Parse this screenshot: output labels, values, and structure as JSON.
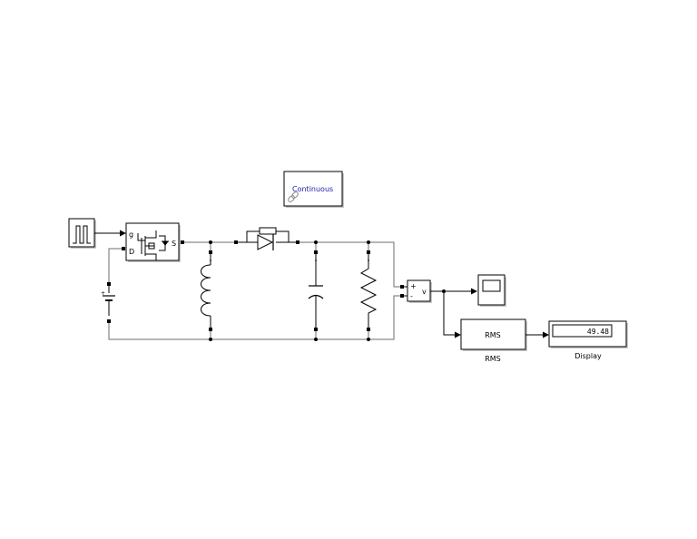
{
  "powergui": {
    "label": "Continuous"
  },
  "mosfet": {
    "port_g": "g",
    "port_d": "D",
    "port_s": "S"
  },
  "battery": {
    "plus": "+"
  },
  "voltage_measurement": {
    "plus": "+",
    "minus": "-",
    "out": "v"
  },
  "rms_block": {
    "inner_label": "RMS",
    "name": "RMS"
  },
  "display_block": {
    "value": "49.48",
    "name": "Display"
  }
}
